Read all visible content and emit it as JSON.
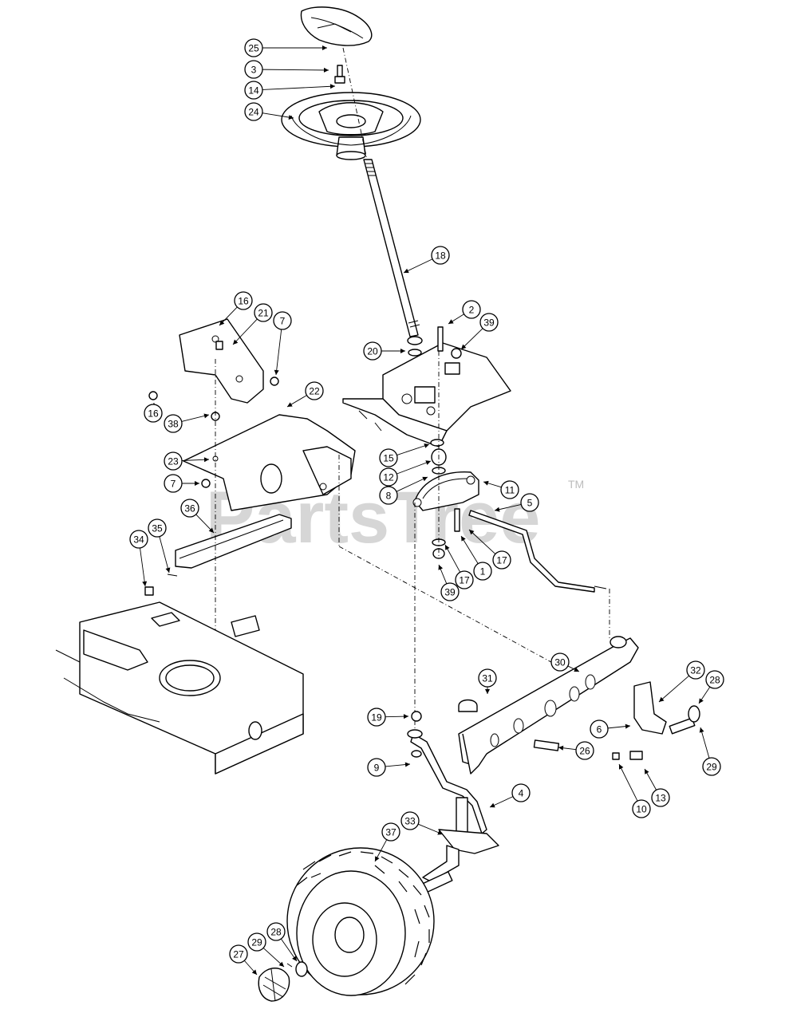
{
  "watermark": {
    "text": "PartsTree",
    "trademark": "TM"
  },
  "callouts": [
    {
      "id": "25",
      "label": "25"
    },
    {
      "id": "3",
      "label": "3"
    },
    {
      "id": "14",
      "label": "14"
    },
    {
      "id": "24",
      "label": "24"
    },
    {
      "id": "18",
      "label": "18"
    },
    {
      "id": "16a",
      "label": "16"
    },
    {
      "id": "21",
      "label": "21"
    },
    {
      "id": "7a",
      "label": "7"
    },
    {
      "id": "16b",
      "label": "16"
    },
    {
      "id": "38",
      "label": "38"
    },
    {
      "id": "22",
      "label": "22"
    },
    {
      "id": "23",
      "label": "23"
    },
    {
      "id": "7b",
      "label": "7"
    },
    {
      "id": "36",
      "label": "36"
    },
    {
      "id": "34",
      "label": "34"
    },
    {
      "id": "35",
      "label": "35"
    },
    {
      "id": "2",
      "label": "2"
    },
    {
      "id": "39a",
      "label": "39"
    },
    {
      "id": "20",
      "label": "20"
    },
    {
      "id": "15",
      "label": "15"
    },
    {
      "id": "12",
      "label": "12"
    },
    {
      "id": "8",
      "label": "8"
    },
    {
      "id": "11",
      "label": "11"
    },
    {
      "id": "5",
      "label": "5"
    },
    {
      "id": "17a",
      "label": "17"
    },
    {
      "id": "1",
      "label": "1"
    },
    {
      "id": "17b",
      "label": "17"
    },
    {
      "id": "39b",
      "label": "39"
    },
    {
      "id": "30",
      "label": "30"
    },
    {
      "id": "32",
      "label": "32"
    },
    {
      "id": "28a",
      "label": "28"
    },
    {
      "id": "31",
      "label": "31"
    },
    {
      "id": "6",
      "label": "6"
    },
    {
      "id": "19",
      "label": "19"
    },
    {
      "id": "26",
      "label": "26"
    },
    {
      "id": "29a",
      "label": "29"
    },
    {
      "id": "9",
      "label": "9"
    },
    {
      "id": "4",
      "label": "4"
    },
    {
      "id": "13",
      "label": "13"
    },
    {
      "id": "10",
      "label": "10"
    },
    {
      "id": "37",
      "label": "37"
    },
    {
      "id": "33",
      "label": "33"
    },
    {
      "id": "28b",
      "label": "28"
    },
    {
      "id": "29b",
      "label": "29"
    },
    {
      "id": "27",
      "label": "27"
    }
  ]
}
